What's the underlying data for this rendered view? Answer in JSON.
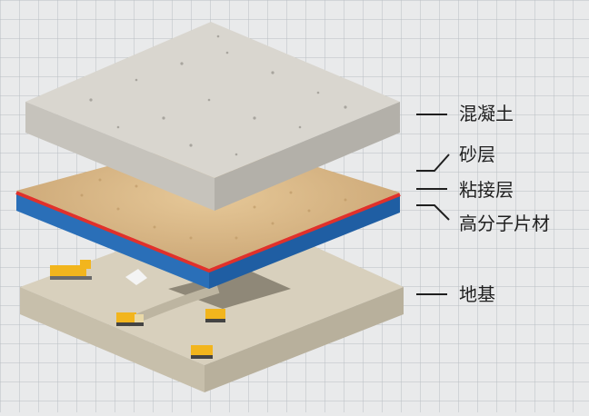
{
  "layers": [
    {
      "label": "混凝土"
    },
    {
      "label": "砂层"
    },
    {
      "label": "粘接层"
    },
    {
      "label": "高分子片材"
    },
    {
      "label": "地基"
    }
  ],
  "colors": {
    "background": "#e9eaeb",
    "grid": "#b9bec3",
    "concrete_top": "#d9d6cf",
    "concrete_side": "#c6c3bc",
    "sand": "#d9b98a",
    "adhesive": "#e0312b",
    "membrane": "#2a6fb8",
    "ground_top": "#d8d0bd",
    "ground_side": "#c7bfab",
    "leader_line": "#1f1f1f"
  }
}
